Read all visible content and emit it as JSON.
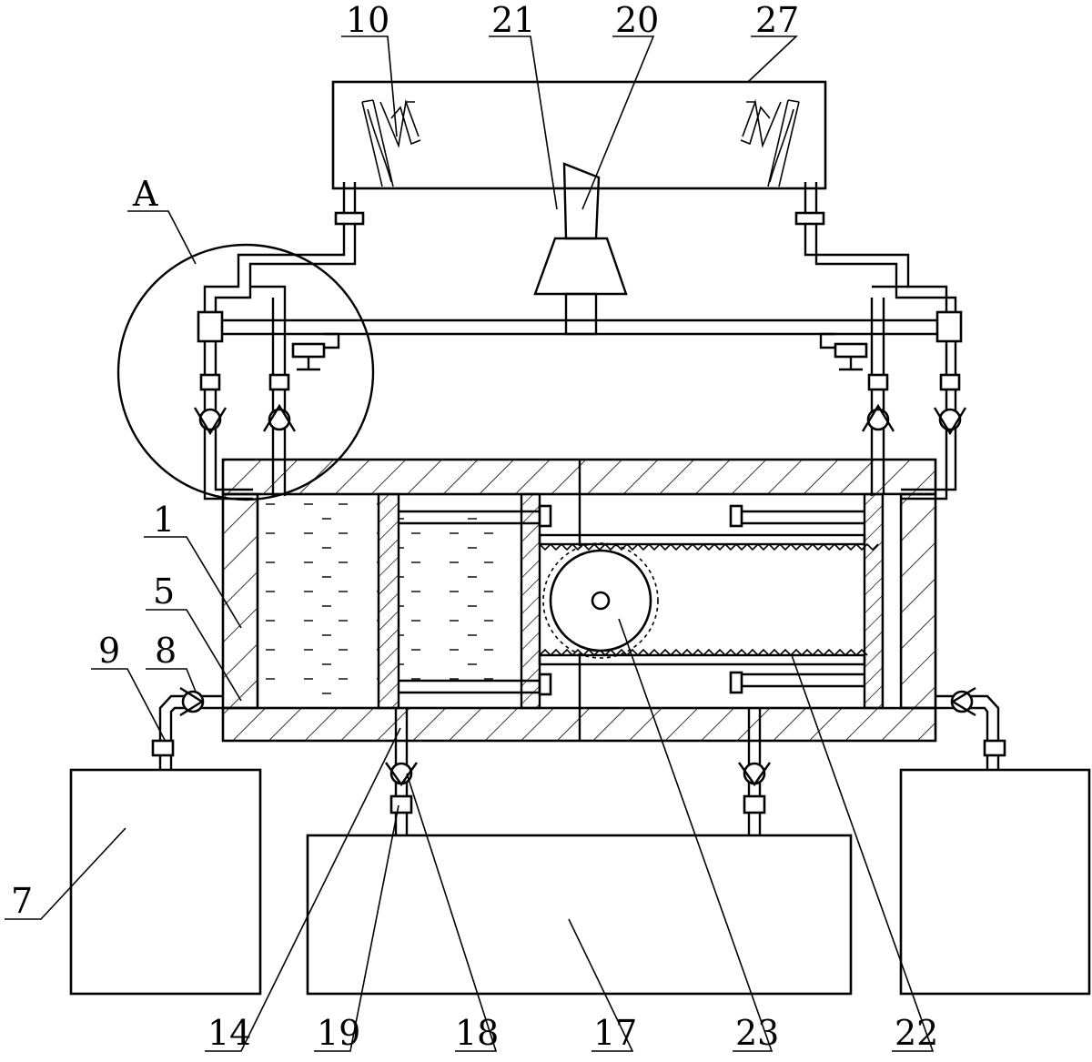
{
  "figure": {
    "labels": {
      "l1": "1",
      "l5": "5",
      "l7": "7",
      "l8": "8",
      "l9": "9",
      "l10": "10",
      "l14": "14",
      "l17": "17",
      "l18": "18",
      "l19": "19",
      "l20": "20",
      "l21": "21",
      "l22": "22",
      "l23": "23",
      "l27": "27",
      "lA": "A"
    }
  }
}
